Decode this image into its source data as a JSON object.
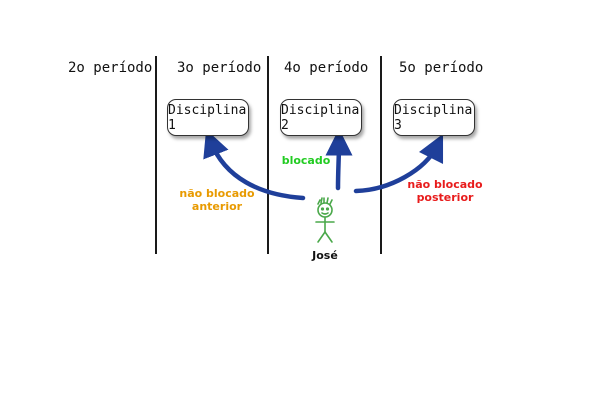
{
  "columns": [
    {
      "header": "2o período"
    },
    {
      "header": "3o período"
    },
    {
      "header": "4o período"
    },
    {
      "header": "5o período"
    }
  ],
  "boxes": [
    {
      "label": "Disciplina 1"
    },
    {
      "label": "Disciplina 2"
    },
    {
      "label": "Disciplina 3"
    }
  ],
  "arrows": [
    {
      "label_line1": "não blocado",
      "label_line2": "anterior",
      "color": "#e89a00"
    },
    {
      "label_line1": "blocado",
      "color": "#22cc22"
    },
    {
      "label_line1": "não blocado",
      "label_line2": "posterior",
      "color": "#e81b1b"
    }
  ],
  "person": {
    "name": "José",
    "color": "#4aa84a"
  },
  "arrow_color": "#1f3f9a"
}
